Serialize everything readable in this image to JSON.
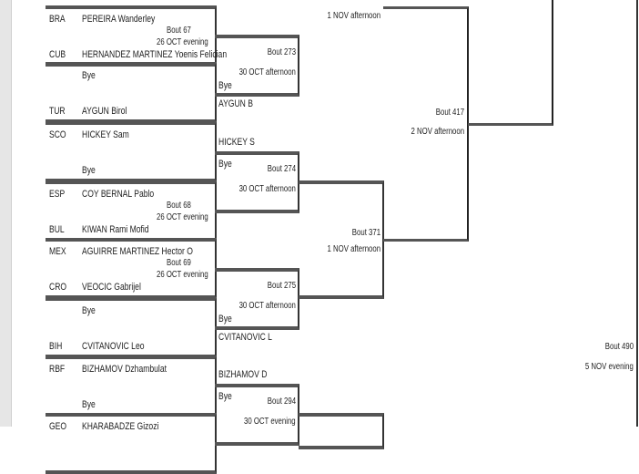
{
  "round1": [
    {
      "a": {
        "nat": "BRA",
        "name": "PEREIRA Wanderley"
      },
      "b": {
        "nat": "CUB",
        "name": "HERNANDEZ MARTINEZ Yoenis Felician"
      },
      "bout": "Bout  67",
      "time": "26 OCT evening"
    },
    {
      "a": {
        "nat": "",
        "name": "Bye"
      },
      "b": {
        "nat": "TUR",
        "name": "AYGUN Birol"
      }
    },
    {
      "a": {
        "nat": "SCO",
        "name": "HICKEY Sam"
      },
      "b": {
        "nat": "",
        "name": "Bye"
      }
    },
    {
      "a": {
        "nat": "ESP",
        "name": "COY BERNAL Pablo"
      },
      "b": {
        "nat": "BUL",
        "name": "KIWAN Rami Mofid"
      },
      "bout": "Bout  68",
      "time": "26 OCT evening"
    },
    {
      "a": {
        "nat": "MEX",
        "name": "AGUIRRE MARTINEZ Hector O"
      },
      "b": {
        "nat": "CRO",
        "name": "VEOCIC Gabrijel"
      },
      "bout": "Bout  69",
      "time": "26 OCT evening"
    },
    {
      "a": {
        "nat": "",
        "name": "Bye"
      },
      "b": {
        "nat": "BIH",
        "name": "CVITANOVIC Leo"
      }
    },
    {
      "a": {
        "nat": "RBF",
        "name": "BIZHAMOV Dzhambulat"
      },
      "b": {
        "nat": "",
        "name": "Bye"
      }
    },
    {
      "a": {
        "nat": "GEO",
        "name": "KHARABADZE Gizozi"
      }
    }
  ],
  "round2": [
    {
      "bout": "Bout  273",
      "time": "30 OCT afternoon",
      "inside": "Bye",
      "winner_below": "AYGUN B"
    },
    {
      "bout": "Bout  274",
      "time": "30 OCT afternoon",
      "inside": "Bye",
      "winner_above": "HICKEY S"
    },
    {
      "bout": "Bout  275",
      "time": "30 OCT afternoon",
      "inside": "Bye",
      "winner_below": "CVITANOVIC L"
    },
    {
      "bout": "Bout  294",
      "time": "30 OCT evening",
      "inside": "Bye",
      "winner_above": "BIZHAMOV D"
    }
  ],
  "round3": [
    {
      "time": "1 NOV afternoon"
    },
    {
      "bout": "Bout  371",
      "time": "1 NOV afternoon"
    }
  ],
  "round4": {
    "bout": "Bout  417",
    "time": "2 NOV afternoon"
  },
  "final": {
    "bout": "Bout  490",
    "time": "5 NOV evening"
  }
}
